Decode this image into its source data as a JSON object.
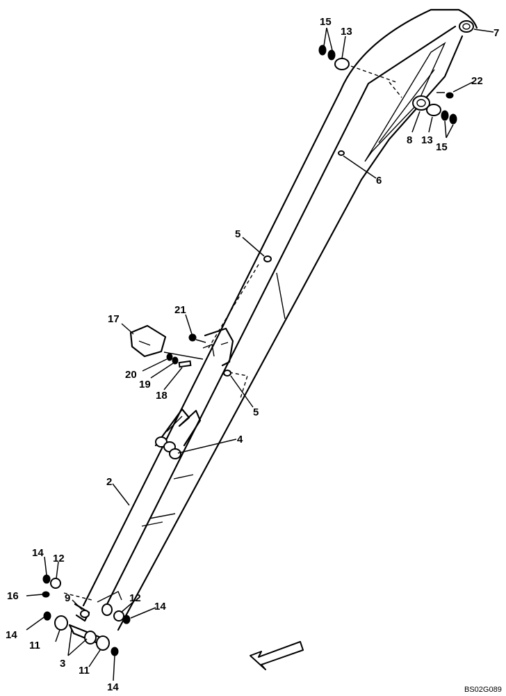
{
  "callouts": {
    "c15a": "15",
    "c13a": "13",
    "c7": "7",
    "c22": "22",
    "c8": "8",
    "c13b": "13",
    "c15b": "15",
    "c6": "6",
    "c5a": "5",
    "c21": "21",
    "c17": "17",
    "c20": "20",
    "c19": "19",
    "c18": "18",
    "c5b": "5",
    "c4": "4",
    "c2": "2",
    "c14a": "14",
    "c12a": "12",
    "c16": "16",
    "c9": "9",
    "c12b": "12",
    "c14b": "14",
    "c14c": "14",
    "c11a": "11",
    "c3": "3",
    "c11b": "11",
    "c14d": "14"
  },
  "drawing_code": "BS02G089",
  "icons": {
    "direction": "direction-arrow-icon"
  }
}
